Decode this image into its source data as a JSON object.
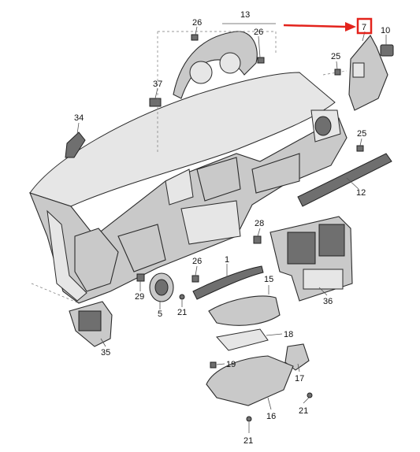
{
  "diagram": {
    "callouts": [
      "1",
      "5",
      "7",
      "10",
      "12",
      "13",
      "15",
      "16",
      "17",
      "18",
      "19",
      "21",
      "25",
      "26",
      "28",
      "29",
      "34",
      "35",
      "36",
      "37"
    ],
    "labels": {
      "p26a": "26",
      "p13": "13",
      "p26b": "26",
      "p7": "7",
      "p10": "10",
      "p25a": "25",
      "p37": "37",
      "p34": "34",
      "p25b": "25",
      "p12": "12",
      "p28": "28",
      "p26c": "26",
      "p1": "1",
      "p15": "15",
      "p29": "29",
      "p5": "5",
      "p21a": "21",
      "p36": "36",
      "p35": "35",
      "p18": "18",
      "p19": "19",
      "p17": "17",
      "p21b": "21",
      "p16": "16",
      "p21c": "21"
    },
    "highlight": {
      "label": "7",
      "color": "#e3231c"
    }
  }
}
